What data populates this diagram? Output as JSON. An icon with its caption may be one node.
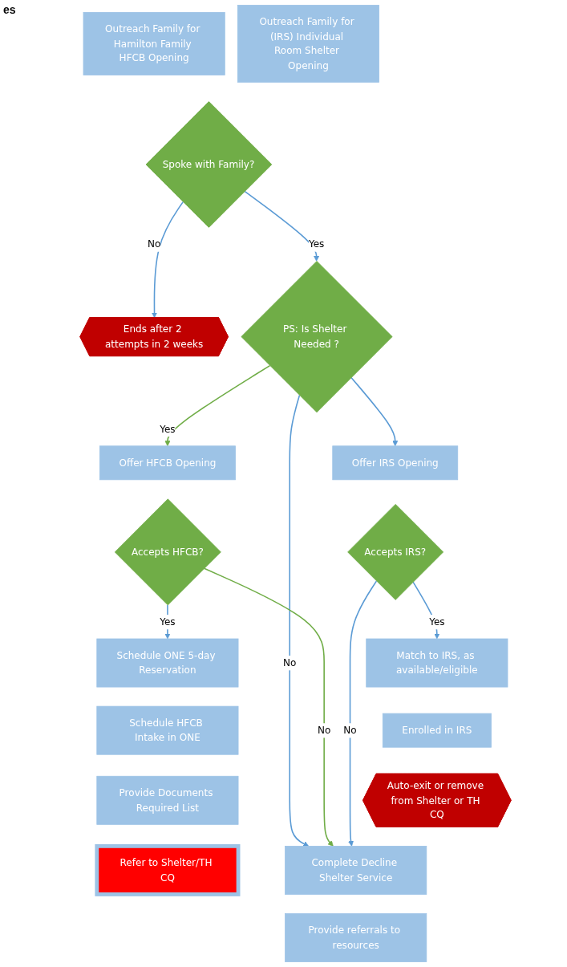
{
  "diagram": {
    "nodes": [
      {
        "text": [
          "Outreach Family for Hamilton Family HFCB Opening"
        ]
      },
      {
        "text": [
          "Outreach Family for (IRS) Individual Room Shelter Opening"
        ]
      },
      {
        "text": [
          "Spoke with Family?"
        ]
      },
      {
        "text": [
          "Ends after 2 attempts in 2 weeks"
        ]
      },
      {
        "text": [
          "PS: Is Shelter Needed ?"
        ]
      },
      {
        "text": [
          "Offer HFCB Opening"
        ]
      },
      {
        "text": [
          "Offer IRS Opening"
        ]
      },
      {
        "text": [
          "Accepts HFCB?"
        ]
      },
      {
        "text": [
          "Accepts IRS?"
        ]
      },
      {
        "text": [
          "Schedule ONE 5-day Reservation"
        ]
      },
      {
        "text": [
          "Schedule HFCB Intake in ONE"
        ]
      },
      {
        "text": [
          "Provide Documents Required List"
        ]
      },
      {
        "text": [
          "Refer to Shelter/TH CQ"
        ]
      },
      {
        "text": [
          "Match to IRS, as available/eligible"
        ]
      },
      {
        "text": [
          "Enrolled in IRS"
        ]
      },
      {
        "text": [
          "Auto-exit or remove from Shelter or TH CQ"
        ]
      },
      {
        "text": [
          "Complete Decline Shelter Service"
        ]
      },
      {
        "text": [
          "Provide referrals to resources"
        ]
      }
    ],
    "edges": [
      {
        "from": 2,
        "to": 3,
        "arrow": "to",
        "label": "No"
      },
      {
        "from": 2,
        "to": 4,
        "arrow": "to",
        "label": "Yes"
      },
      {
        "from": 4,
        "to": 16,
        "arrow": "to",
        "label": "No"
      },
      {
        "from": 4,
        "to": 5,
        "arrow": "to",
        "label": "Yes",
        "color": "#70ad47"
      },
      {
        "from": 4,
        "to": 6,
        "arrow": "to"
      },
      {
        "from": 7,
        "to": 16,
        "arrow": "to",
        "label": "No",
        "color": "#70ad47"
      },
      {
        "from": 7,
        "to": 9,
        "arrow": "to",
        "label": "Yes"
      },
      {
        "from": 8,
        "to": 16,
        "arrow": "to",
        "label": "No"
      },
      {
        "from": 8,
        "to": 13,
        "arrow": "to",
        "label": "Yes"
      }
    ],
    "labels": [
      "es"
    ]
  }
}
